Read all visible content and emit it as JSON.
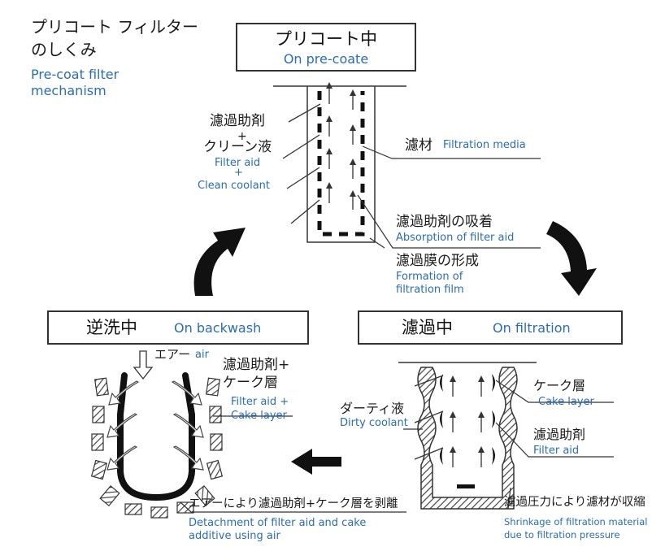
{
  "title": {
    "jp_line1": "プリコート フィルター",
    "jp_line2": "のしくみ",
    "en_line1": "Pre-coat filter",
    "en_line2": "mechanism"
  },
  "precoat": {
    "box_jp": "プリコート中",
    "box_en": "On pre-coate",
    "aid_jp": "濾過助剤",
    "plus1": "+",
    "coolant_jp": "クリーン液",
    "aid_en": "Filter aid",
    "plus2": "+",
    "coolant_en": "Clean coolant",
    "media_jp": "濾材",
    "media_en": "Filtration media",
    "absorb_jp": "濾過助剤の吸着",
    "absorb_en": "Absorption of filter aid",
    "film_jp": "濾過膜の形成",
    "film_en1": "Formation of",
    "film_en2": "filtration film"
  },
  "filtration": {
    "box_jp": "濾過中",
    "box_en": "On filtration",
    "dirty_jp": "ダーティ液",
    "dirty_en": "Dirty coolant",
    "cake_jp": "ケーク層",
    "cake_en": "Cake layer",
    "aid_jp": "濾過助剤",
    "aid_en": "Filter aid",
    "shrink_jp": "濾過圧力により濾材が収縮",
    "shrink_en1": "Shrinkage of filtration material",
    "shrink_en2": "due to filtration pressure"
  },
  "backwash": {
    "box_jp": "逆洗中",
    "box_en": "On backwash",
    "air_jp": "エアー",
    "air_en": "air",
    "aidcake_jp1": "濾過助剤+",
    "aidcake_jp2": "ケーク層",
    "aidcake_en1": "Filter aid +",
    "aidcake_en2": "Cake layer",
    "detach_jp": "エアーにより濾過助剤+ケーク層を剥離",
    "detach_en1": "Detachment of filter aid and cake",
    "detach_en2": "additive using air"
  },
  "colors": {
    "label_blue": "#2a6db5",
    "text_dark": "#1a1a1a",
    "line": "#333333"
  }
}
